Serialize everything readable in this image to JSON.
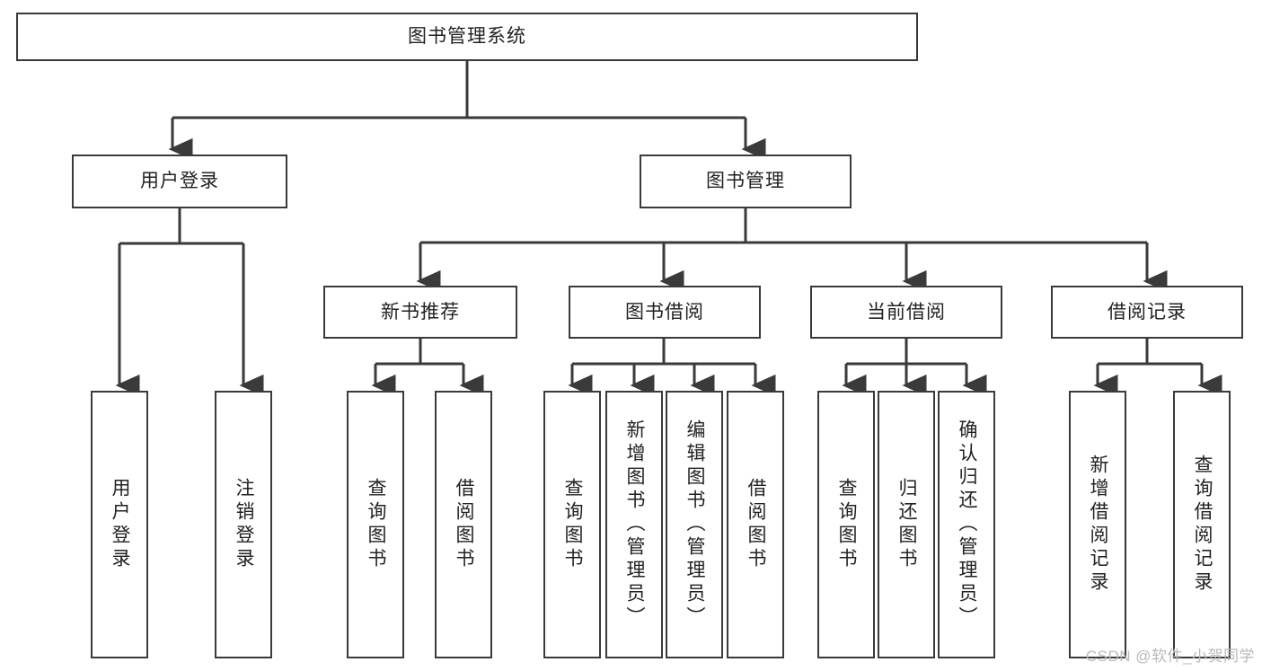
{
  "diagram": {
    "type": "tree-hierarchy",
    "title": "图书管理系统",
    "watermark": "CSDN @软件_小贺同学",
    "colors": {
      "stroke": "#3a3a3a",
      "background": "#ffffff",
      "text": "#222222",
      "watermark": "#b9b9b9"
    },
    "root": {
      "label": "图书管理系统"
    },
    "level2": [
      {
        "label": "用户登录"
      },
      {
        "label": "图书管理"
      }
    ],
    "level3": [
      {
        "label": "新书推荐"
      },
      {
        "label": "图书借阅"
      },
      {
        "label": "当前借阅"
      },
      {
        "label": "借阅记录"
      }
    ],
    "leaves": {
      "user_login": [
        {
          "label": "用户登录"
        },
        {
          "label": "注销登录"
        }
      ],
      "new_book_recommend": [
        {
          "label": "查询图书"
        },
        {
          "label": "借阅图书"
        }
      ],
      "book_borrow": [
        {
          "label": "查询图书"
        },
        {
          "label": "新增图书（管理员）"
        },
        {
          "label": "编辑图书（管理员）"
        },
        {
          "label": "借阅图书"
        }
      ],
      "current_borrow": [
        {
          "label": "查询图书"
        },
        {
          "label": "归还图书"
        },
        {
          "label": "确认归还（管理员）"
        }
      ],
      "borrow_record": [
        {
          "label": "新增借阅记录"
        },
        {
          "label": "查询借阅记录"
        }
      ]
    }
  }
}
